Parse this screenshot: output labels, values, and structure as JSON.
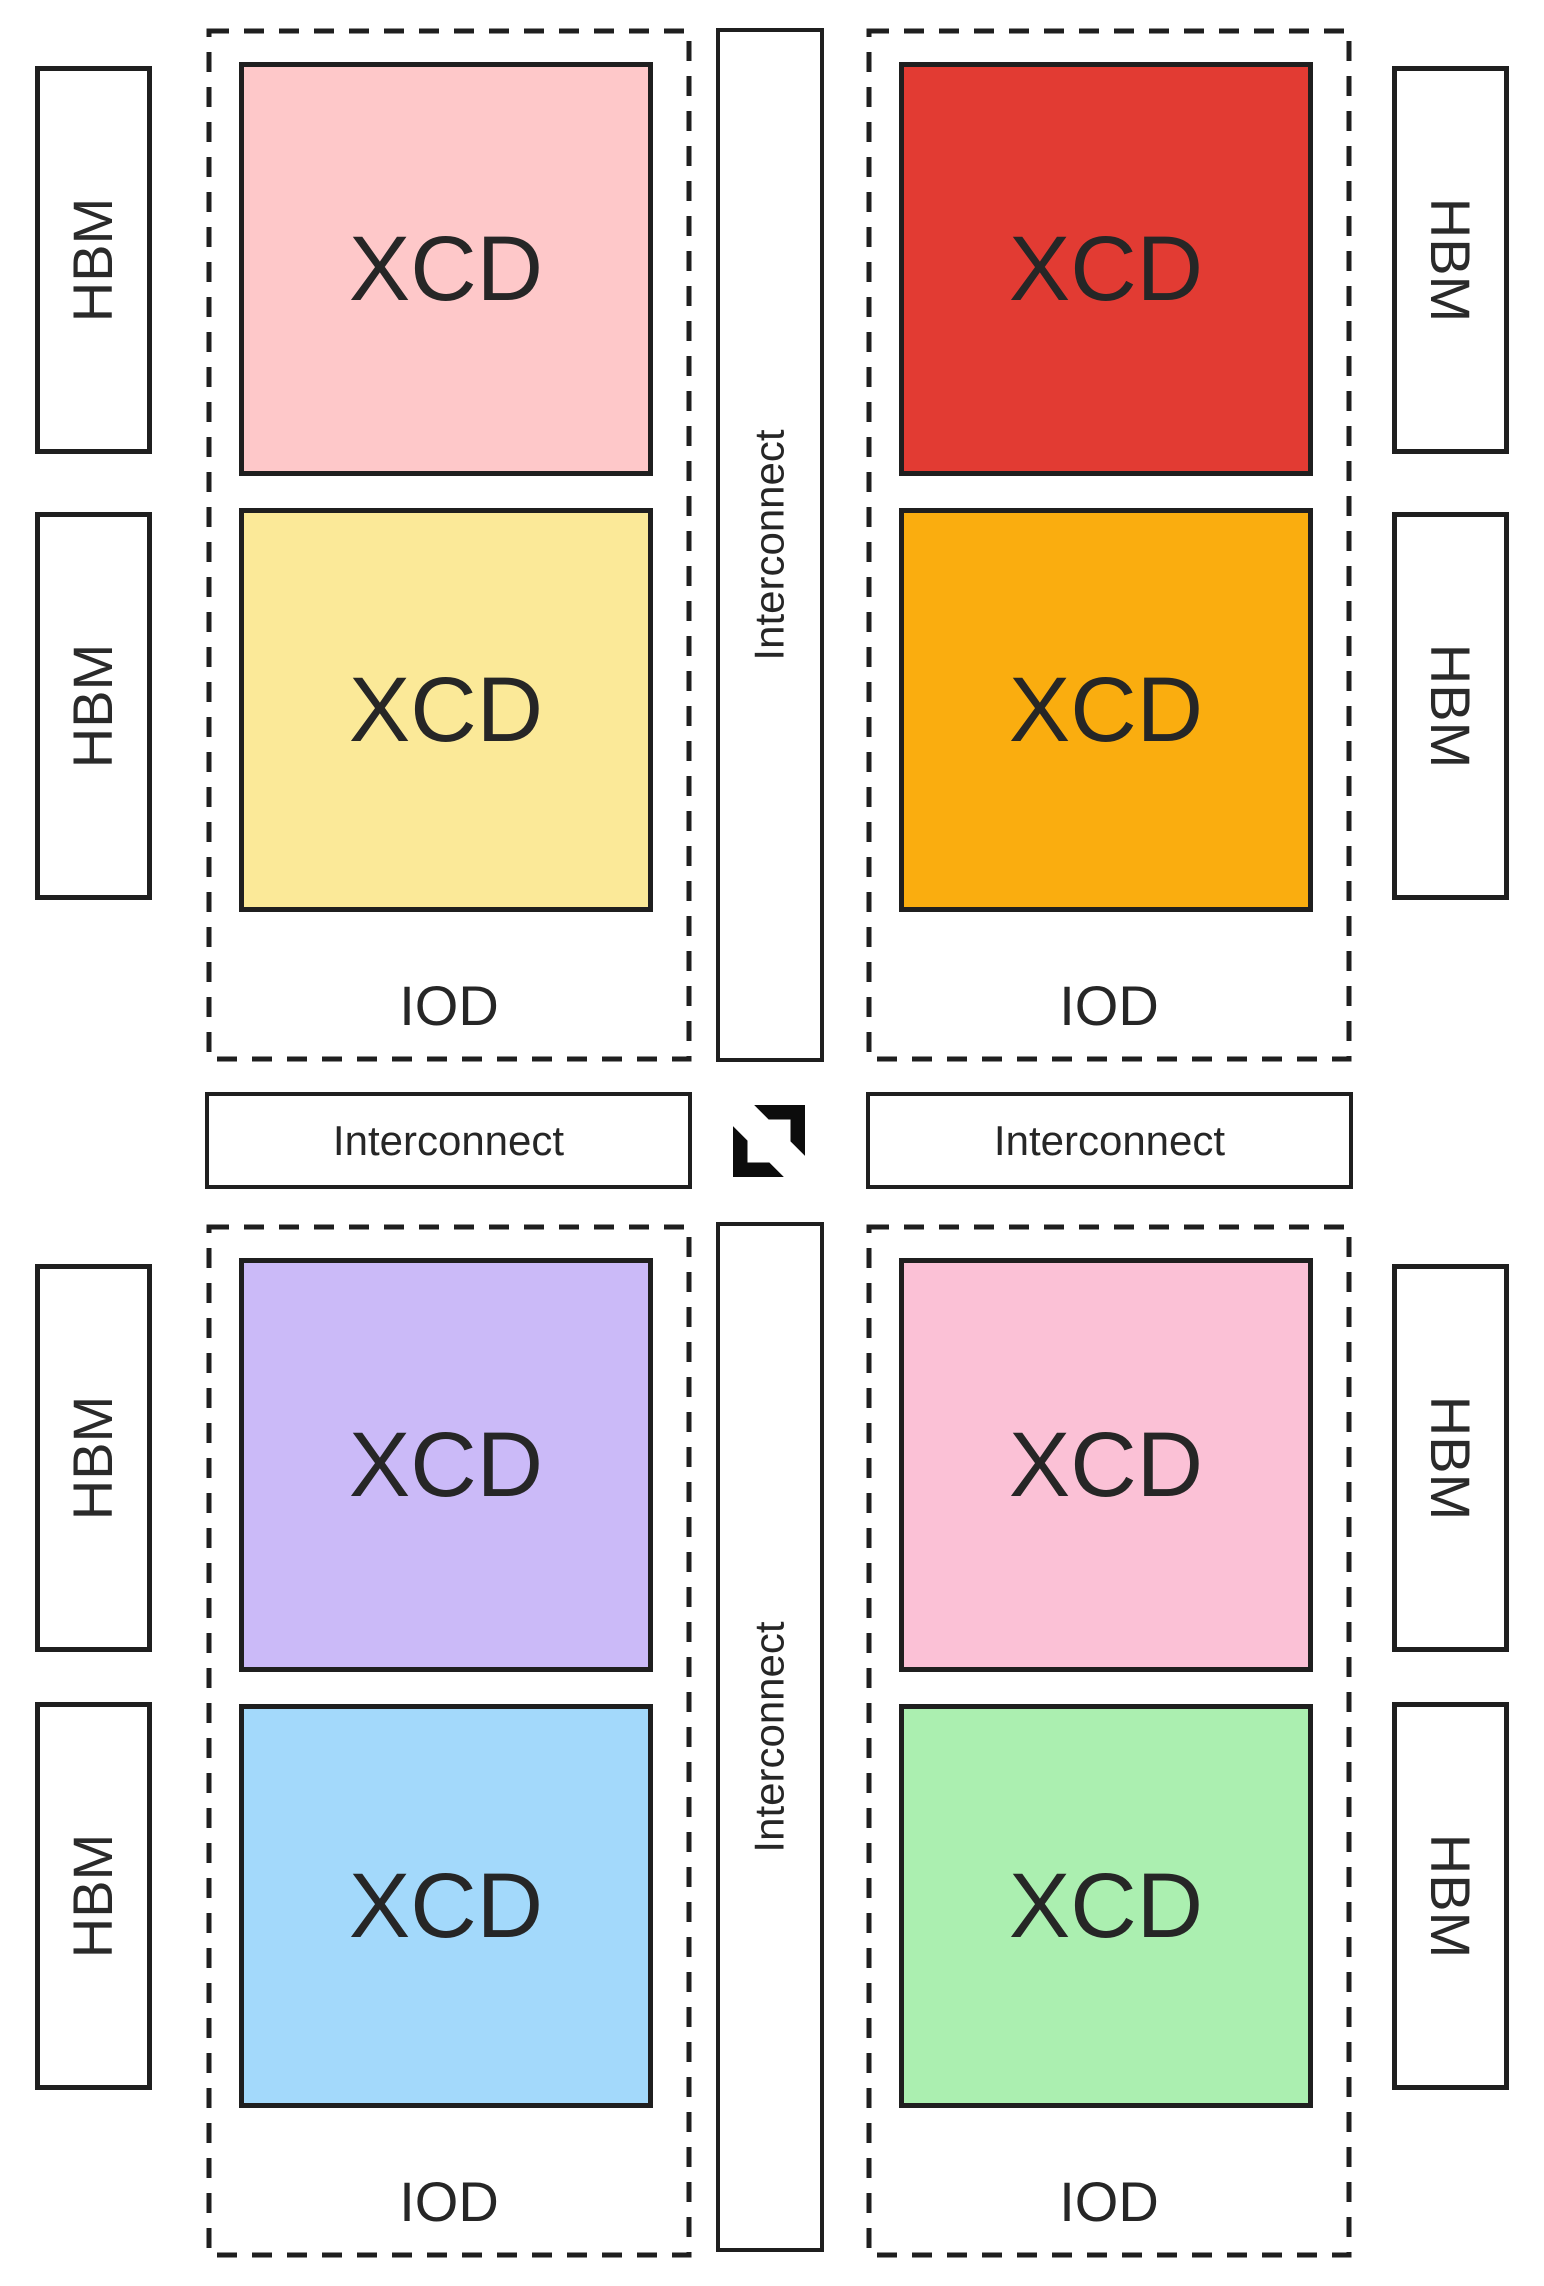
{
  "hbm": {
    "label": "HBM"
  },
  "iod": {
    "label": "IOD"
  },
  "interconnect": {
    "label": "Interconnect"
  },
  "quadrants": [
    {
      "position": "top-left",
      "iod_label": "IOD",
      "xcd_a": {
        "label": "XCD",
        "color": "#FEC8C9"
      },
      "xcd_b": {
        "label": "XCD",
        "color": "#FBE998"
      }
    },
    {
      "position": "top-right",
      "iod_label": "IOD",
      "xcd_a": {
        "label": "XCD",
        "color": "#E23B33"
      },
      "xcd_b": {
        "label": "XCD",
        "color": "#FAAD0F"
      }
    },
    {
      "position": "bottom-left",
      "iod_label": "IOD",
      "xcd_a": {
        "label": "XCD",
        "color": "#CBBAF8"
      },
      "xcd_b": {
        "label": "XCD",
        "color": "#A3D9FB"
      }
    },
    {
      "position": "bottom-right",
      "iod_label": "IOD",
      "xcd_a": {
        "label": "XCD",
        "color": "#FBC1D6"
      },
      "xcd_b": {
        "label": "XCD",
        "color": "#ABEFB0"
      }
    }
  ],
  "logo": {
    "icon": "amd-arrow-logo",
    "color": "#0c0c0c"
  },
  "style": {
    "border_color": "#1f1f1f",
    "text_color": "#262626",
    "background": "#ffffff"
  }
}
